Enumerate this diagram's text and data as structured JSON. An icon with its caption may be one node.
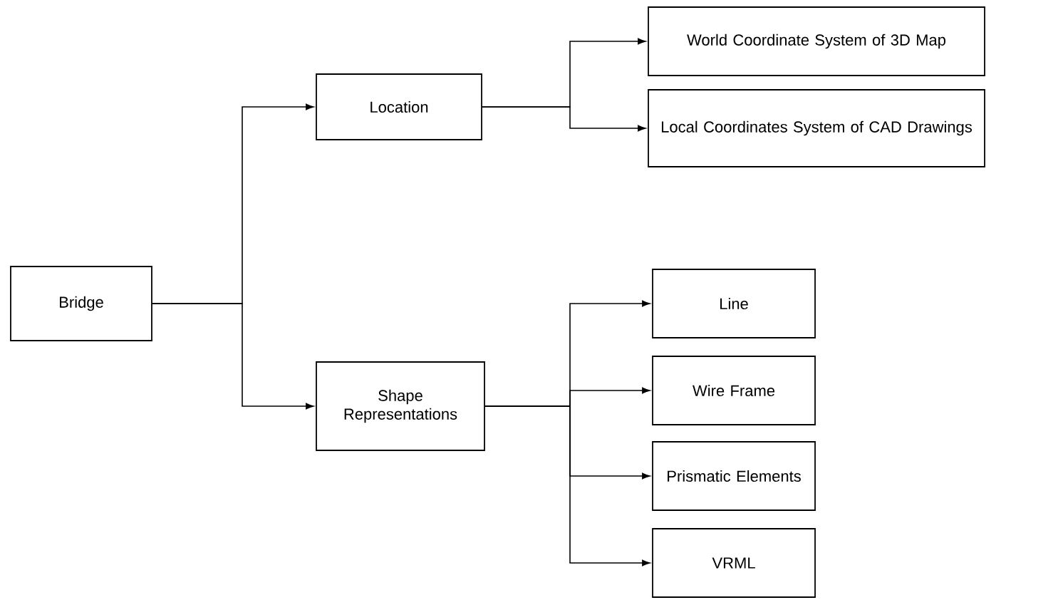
{
  "diagram": {
    "nodes": [
      {
        "text": [
          "Bridge"
        ]
      },
      {
        "text": [
          "Location"
        ]
      },
      {
        "text": [
          "Shape Representations"
        ]
      },
      {
        "text": [
          "World Coordinate System of 3D Map"
        ]
      },
      {
        "text": [
          "Local Coordinates System of CAD Drawings"
        ]
      },
      {
        "text": [
          "Line"
        ]
      },
      {
        "text": [
          "Wire Frame"
        ]
      },
      {
        "text": [
          "Prismatic Elements"
        ]
      },
      {
        "text": [
          "VRML"
        ]
      }
    ],
    "edges": [
      {
        "from": 0,
        "to": 1,
        "arrow": "to"
      },
      {
        "from": 0,
        "to": 2,
        "arrow": "to"
      },
      {
        "from": 1,
        "to": 3,
        "arrow": "to"
      },
      {
        "from": 1,
        "to": 4,
        "arrow": "to"
      },
      {
        "from": 2,
        "to": 5,
        "arrow": "to"
      },
      {
        "from": 2,
        "to": 6,
        "arrow": "to"
      },
      {
        "from": 2,
        "to": 7,
        "arrow": "to"
      },
      {
        "from": 2,
        "to": 8,
        "arrow": "to"
      }
    ]
  }
}
